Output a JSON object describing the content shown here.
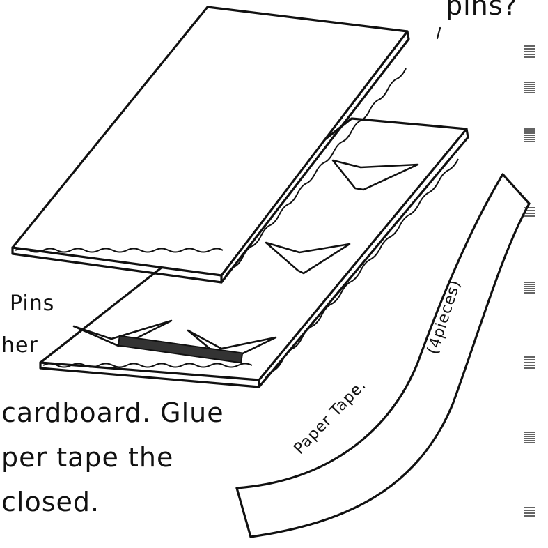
{
  "texts": {
    "top_fragment": "pins?",
    "pins_label": "Pins",
    "her_fragment": "her",
    "caption_line1": "cardboard. Glue",
    "caption_line2": "per tape the",
    "caption_line3": "closed.",
    "tape_label": "Paper Tape.",
    "tape_count": "(4pieces)"
  }
}
